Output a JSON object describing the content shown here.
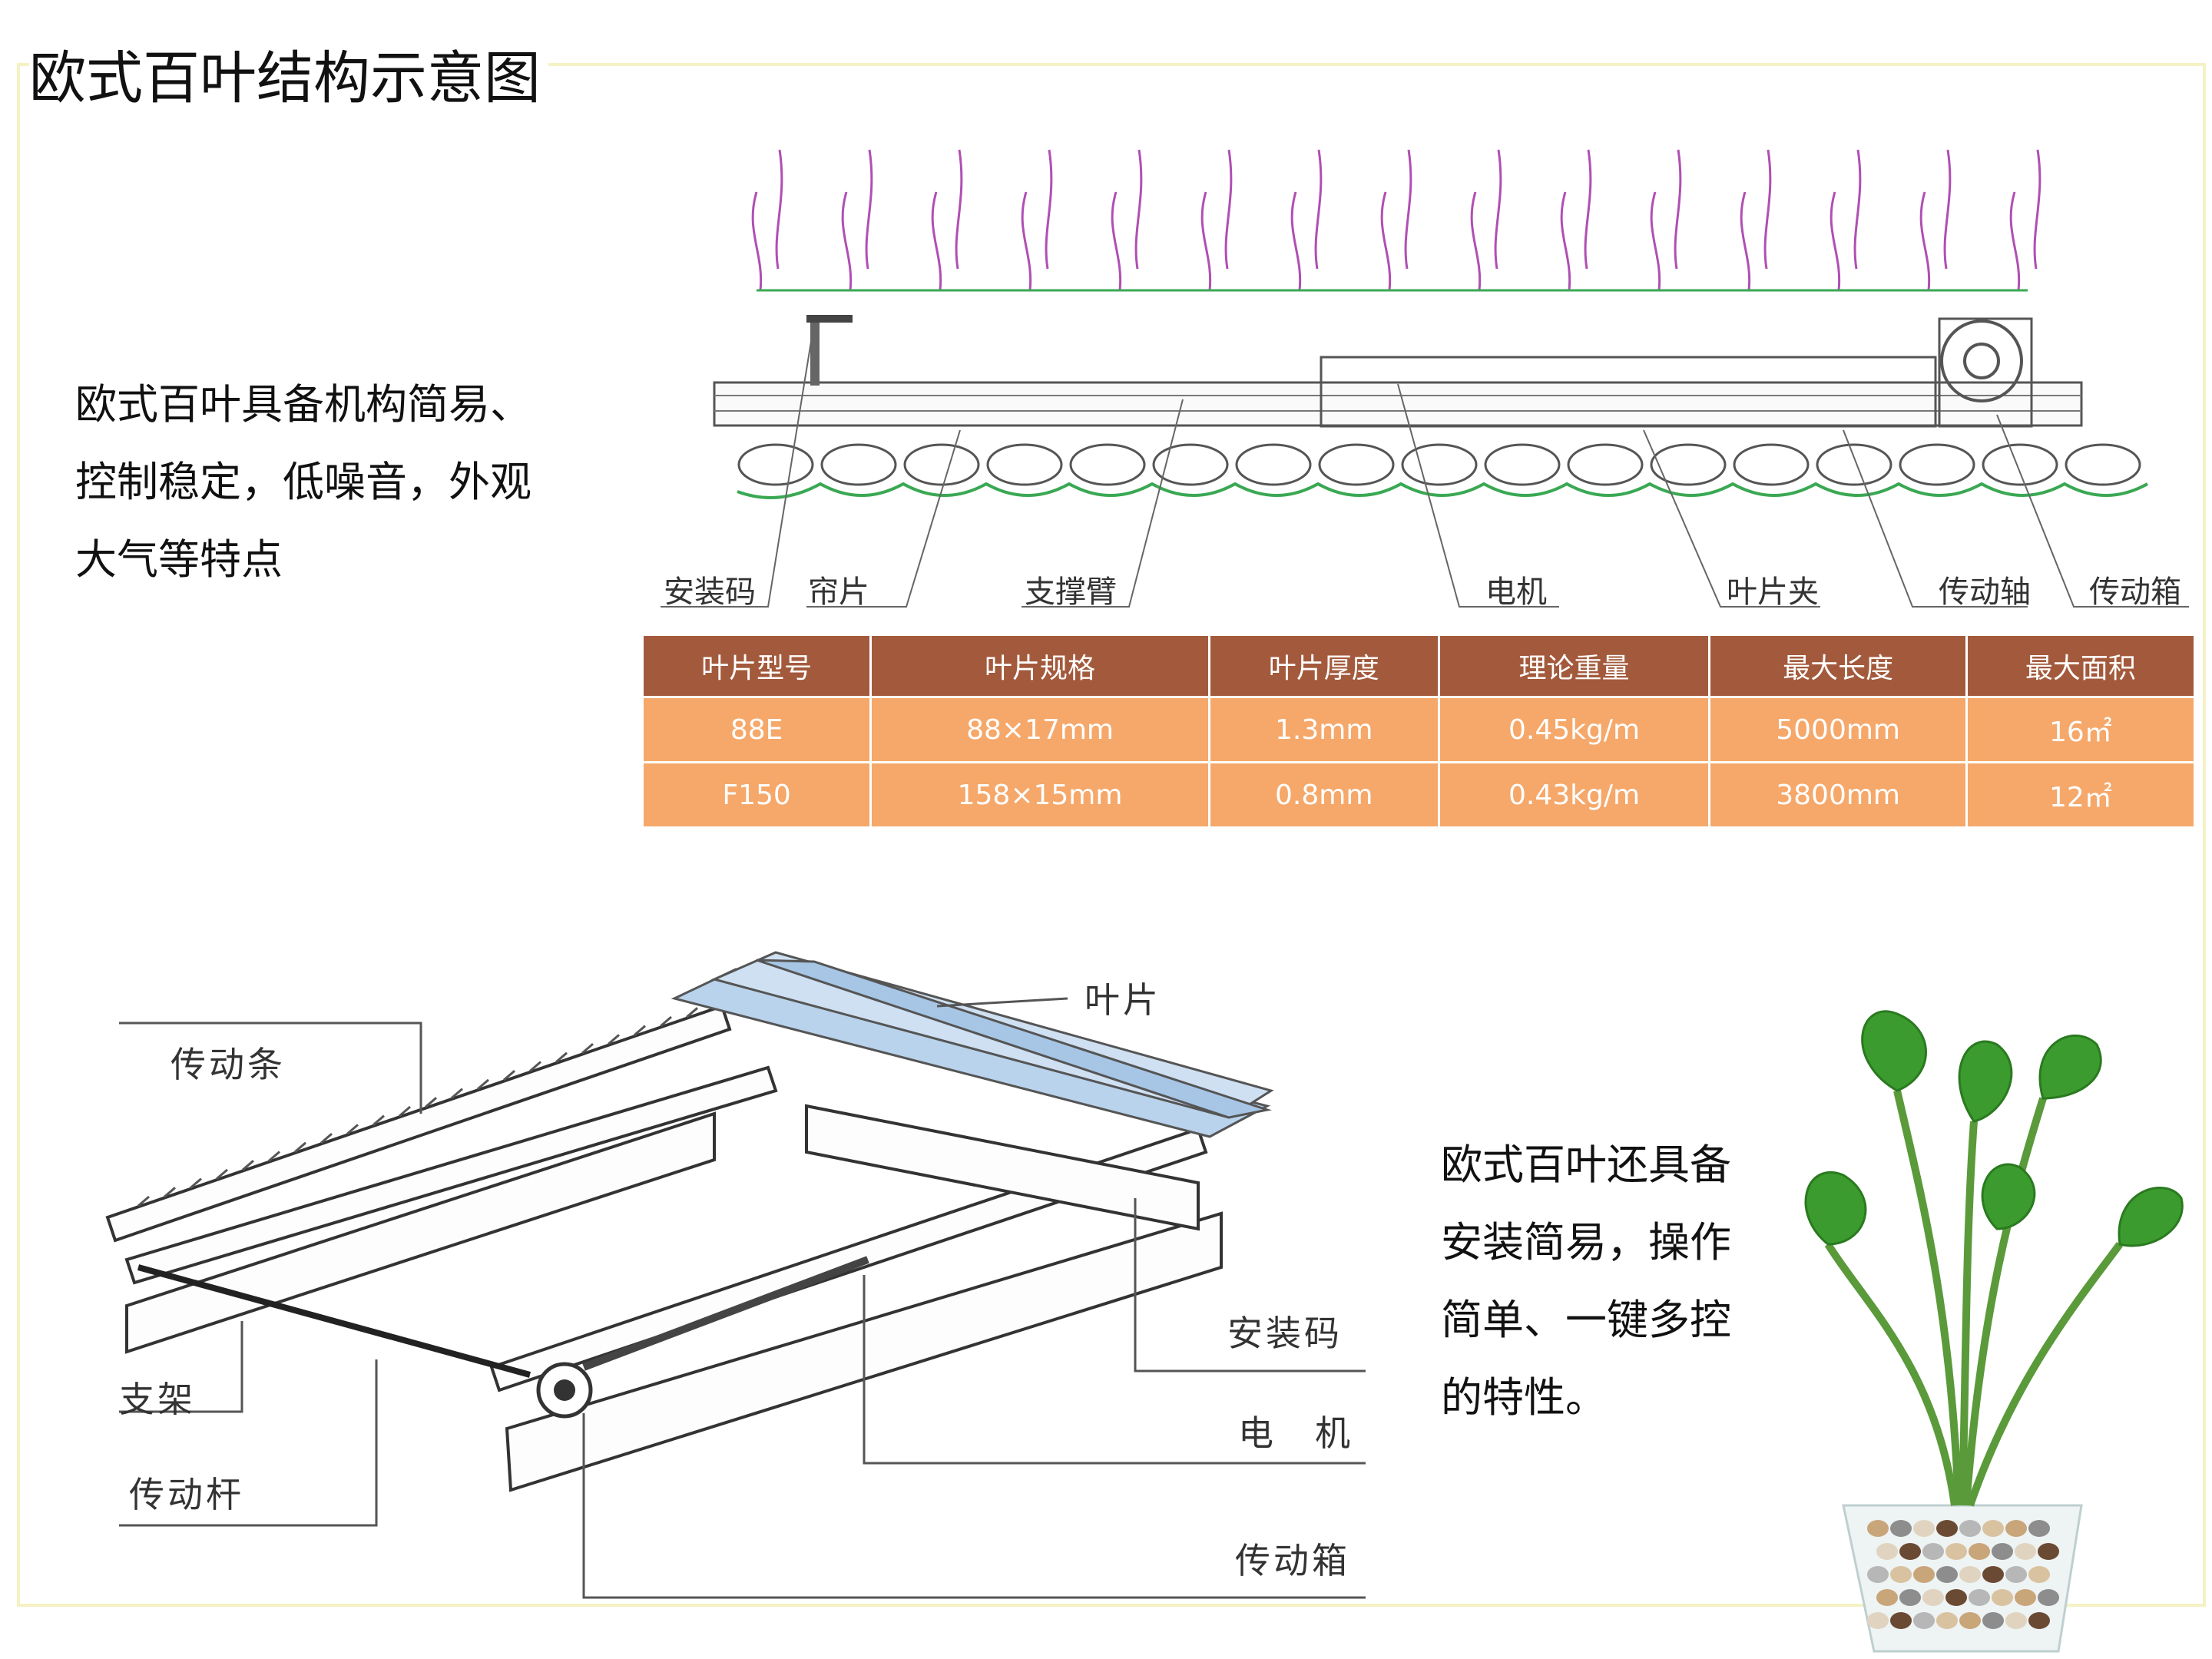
{
  "title": "欧式百叶结构示意图",
  "intro": {
    "lines": [
      "欧式百叶具备机构简易、",
      "控制稳定，低噪音，外观",
      "大气等特点"
    ]
  },
  "side_text": {
    "lines": [
      "欧式百叶还具备",
      "安装简易，操作",
      "简单、一键多控",
      "的特性。"
    ]
  },
  "top_diagram": {
    "labels": [
      "安装码",
      "帘片",
      "支撑臂",
      "电机",
      "叶片夹",
      "传动轴",
      "传动箱"
    ]
  },
  "spec_table": {
    "headers": [
      "叶片型号",
      "叶片规格",
      "叶片厚度",
      "理论重量",
      "最大长度",
      "最大面积"
    ],
    "rows": [
      [
        "88E",
        "88×17mm",
        "1.3mm",
        "0.45kg/m",
        "5000mm",
        "16㎡"
      ],
      [
        "F150",
        "158×15mm",
        "0.8mm",
        "0.43kg/m",
        "3800mm",
        "12㎡"
      ]
    ]
  },
  "bottom_diagram": {
    "labels": {
      "blade": "叶片",
      "drive_strip": "传动条",
      "bracket": "支架",
      "drive_rod": "传动杆",
      "mount": "安装码",
      "motor": "电　机",
      "gearbox": "传动箱"
    }
  },
  "colors": {
    "frame": "#f5f2c4",
    "table_header": "#a35a3c",
    "table_row": "#f5a86a",
    "clip_purple": "#b04fb3",
    "slat_green": "#3aa853",
    "glass_blue": "#b9d3ec"
  }
}
